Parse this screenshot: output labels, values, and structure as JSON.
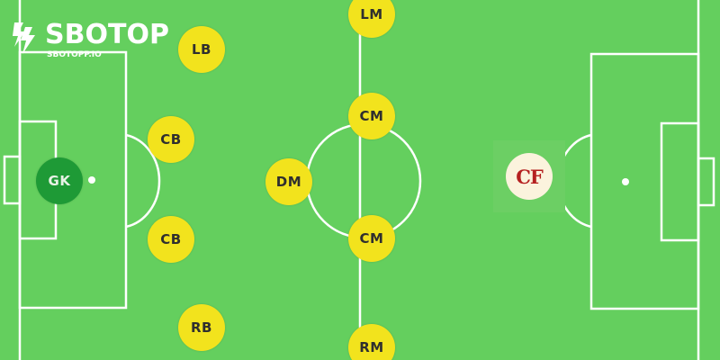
{
  "logo": {
    "brand": "SBOTOP",
    "domain": "SBOTOPP.IO"
  },
  "colors": {
    "pitch": "#64cf5e",
    "lines": "#ffffff",
    "player": "#f2e31d",
    "goalkeeper": "#1e9a36",
    "forward_badge_bg": "#fbf3dd",
    "forward_badge_text": "#b52020"
  },
  "players": [
    {
      "role": "LM",
      "label": "LM"
    },
    {
      "role": "LB",
      "label": "LB"
    },
    {
      "role": "CM-top",
      "label": "CM"
    },
    {
      "role": "CB-top",
      "label": "CB"
    },
    {
      "role": "GK",
      "label": "GK"
    },
    {
      "role": "DM",
      "label": "DM"
    },
    {
      "role": "CB-bottom",
      "label": "CB"
    },
    {
      "role": "CM-bottom",
      "label": "CM"
    },
    {
      "role": "RB",
      "label": "RB"
    },
    {
      "role": "RM",
      "label": "RM"
    },
    {
      "role": "CF",
      "label": "CF"
    }
  ]
}
